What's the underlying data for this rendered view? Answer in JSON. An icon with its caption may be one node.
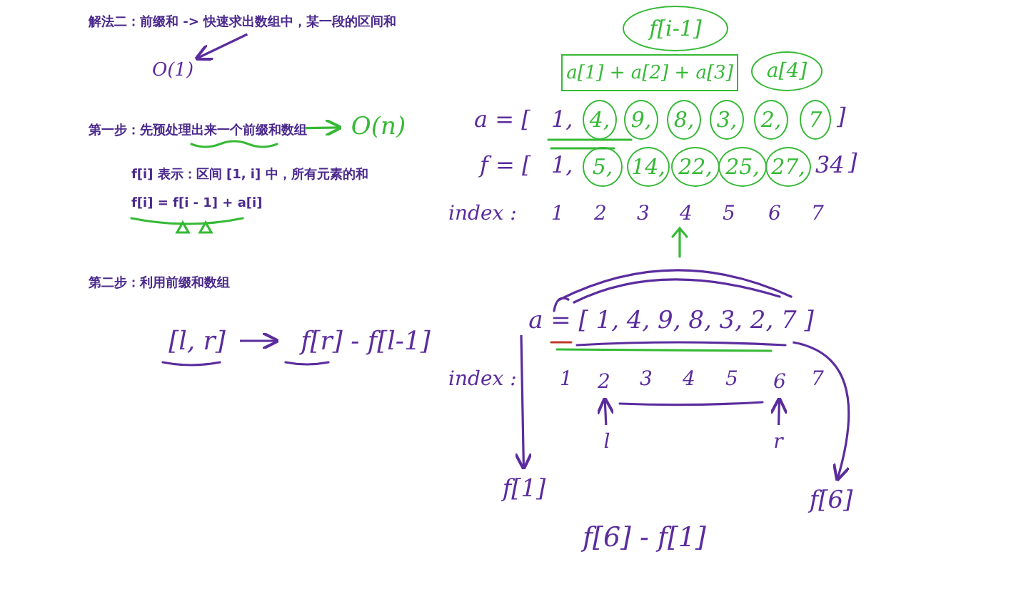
{
  "diagram": {
    "nodes": [
      {
        "text": [
          "解法二：前缀和 -> 快速求出数组中，某一段的区间和"
        ]
      },
      {
        "text": [
          "O(1)"
        ]
      },
      {
        "text": [
          "第一步：先预处理出来一个前缀和数组"
        ]
      },
      {
        "text": [
          "O(n)"
        ]
      },
      {
        "text": [
          "f[i-1]"
        ]
      },
      {
        "text": [
          "a[1] + a[2] + a[3]"
        ]
      },
      {
        "text": [
          "a[4]"
        ]
      },
      {
        "text": [
          "4,"
        ]
      },
      {
        "text": [
          "9,"
        ]
      },
      {
        "text": [
          "8,"
        ]
      },
      {
        "text": [
          "3,"
        ]
      },
      {
        "text": [
          "2,"
        ]
      },
      {
        "text": [
          "7"
        ]
      },
      {
        "text": [
          "5,"
        ]
      },
      {
        "text": [
          "14,"
        ]
      },
      {
        "text": [
          "22,"
        ]
      },
      {
        "text": [
          "25,"
        ]
      },
      {
        "text": [
          "27,"
        ]
      },
      {
        "text": [
          "[l, r]"
        ]
      },
      {
        "text": [
          "f[r] - f[l-1]"
        ]
      },
      {
        "text": [
          "a = [ 1,  4,  9,  8,  3,  2,  7 ]"
        ]
      },
      {
        "text": [
          "2"
        ]
      },
      {
        "text": [
          "6"
        ]
      },
      {
        "text": [
          "l"
        ]
      },
      {
        "text": [
          "r"
        ]
      },
      {
        "text": [
          "f[1]"
        ]
      },
      {
        "text": [
          "f[6]"
        ]
      }
    ],
    "edges": [
      {
        "from": 0,
        "to": 1,
        "arrow": "to"
      },
      {
        "from": 2,
        "to": 3,
        "arrow": "to",
        "color": "#36b936"
      },
      {
        "from": 18,
        "to": 19,
        "arrow": "to"
      },
      {
        "from": 20,
        "to": 25,
        "arrow": "to"
      },
      {
        "from": 20,
        "to": 26,
        "arrow": "to"
      },
      {
        "from": 23,
        "to": 21,
        "arrow": "to"
      },
      {
        "from": 24,
        "to": 22,
        "arrow": "to"
      }
    ],
    "labels": [
      "f[i] 表示：区间 [1, i] 中，所有元素的和",
      "f[i] = f[i - 1] + a[i]",
      "第二步：利用前缀和数组",
      "a = [",
      "1,",
      "]",
      "f = [",
      "1,",
      "34",
      "]",
      "index :",
      "1",
      "2",
      "3",
      "4",
      "5",
      "6",
      "7",
      "index :",
      "1",
      "3",
      "4",
      "5",
      "7",
      "f[6] - f[1]"
    ]
  }
}
